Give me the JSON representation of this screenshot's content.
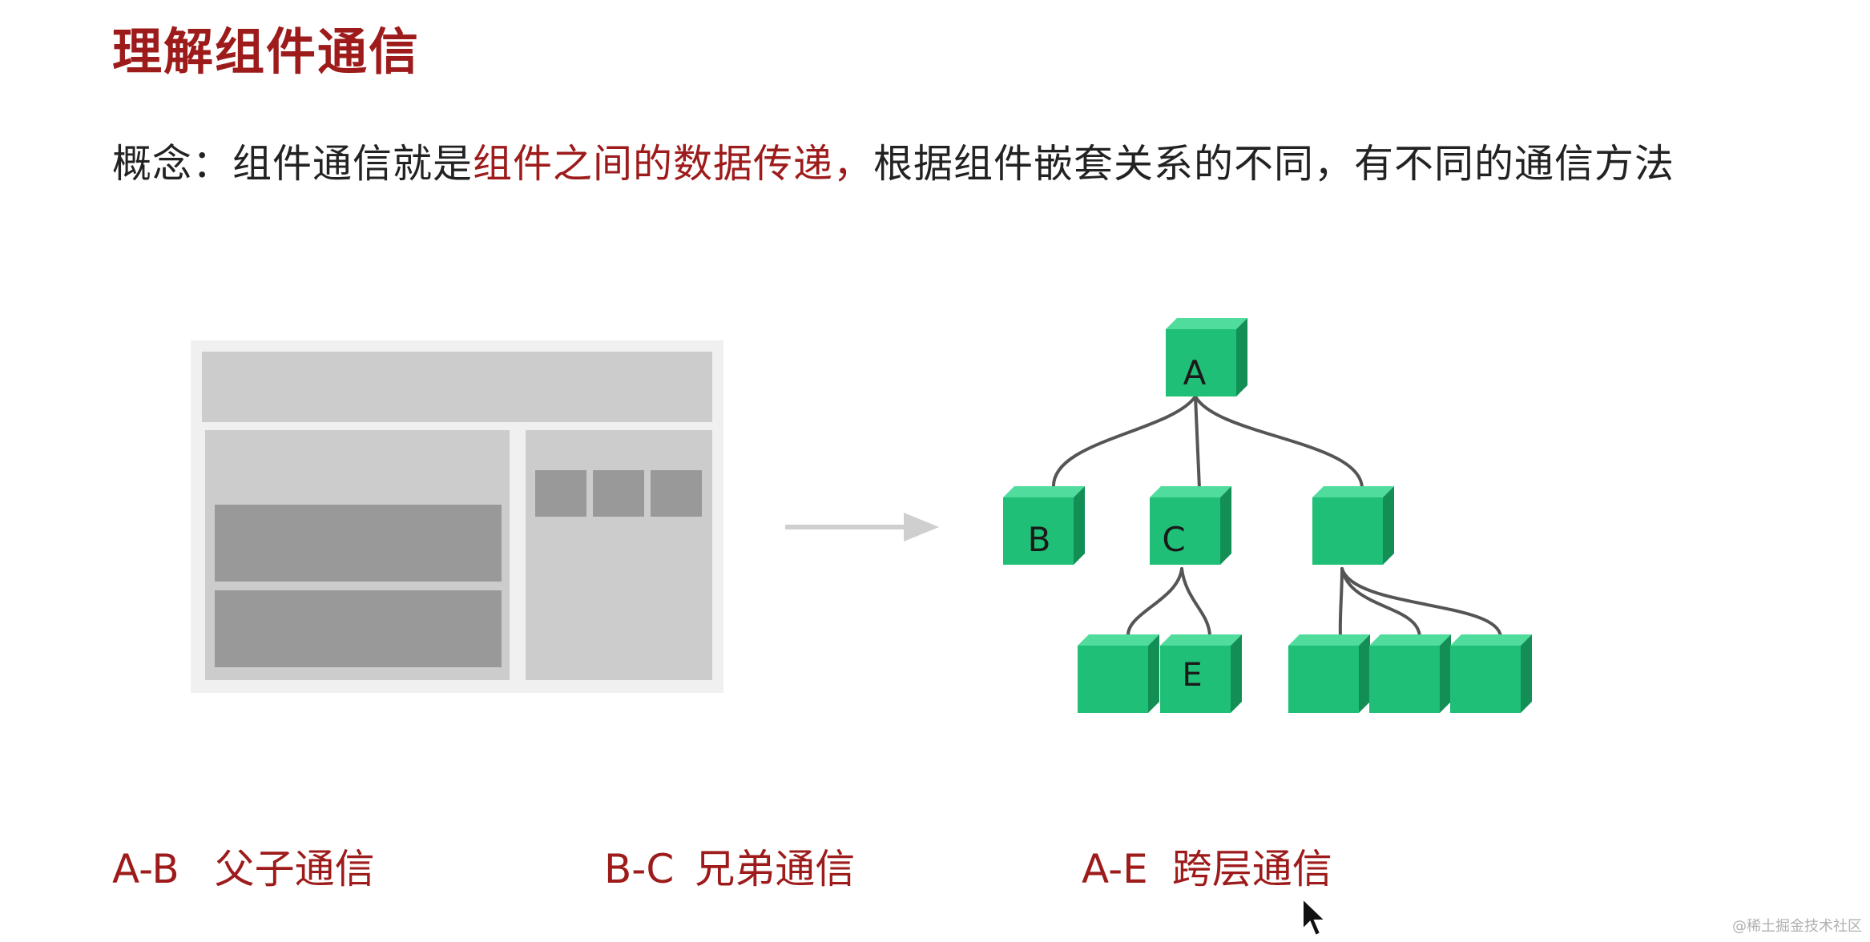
{
  "title": "理解组件通信",
  "concept": {
    "prefix": "概念：组件通信就是",
    "highlight": "组件之间的数据传递，",
    "suffix": "根据组件嵌套关系的不同，有不同的通信方法"
  },
  "tree_nodes": {
    "a": "A",
    "b": "B",
    "c": "C",
    "e": "E"
  },
  "labels": [
    {
      "code": "A-B",
      "text": "父子通信"
    },
    {
      "code": "B-C",
      "text": "兄弟通信"
    },
    {
      "code": "A-E",
      "text": "跨层通信"
    }
  ],
  "watermark": "@稀土掘金技术社区",
  "colors": {
    "title": "#9e1b1b",
    "highlight": "#9e1b1b",
    "cube_front": "#1fbf77",
    "cube_top": "#4fdc9c",
    "cube_side": "#138f56"
  }
}
